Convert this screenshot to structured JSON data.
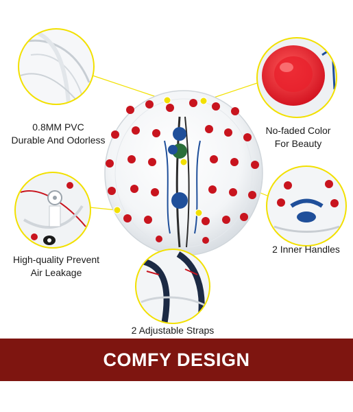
{
  "features": {
    "pvc": {
      "line1": "0.8MM PVC",
      "line2": "Durable And Odorless"
    },
    "color": {
      "line1": "No-faded Color",
      "line2": "For Beauty"
    },
    "leakage": {
      "line1": "High-quality Prevent",
      "line2": "Air Leakage"
    },
    "handles": {
      "line1": "2 Inner Handles"
    },
    "straps": {
      "line1": "2 Adjustable Straps"
    }
  },
  "banner": {
    "title": "COMFY DESIGN"
  },
  "colors": {
    "accent_yellow": "#f2e000",
    "banner_red": "#7e1510",
    "dot_red": "#c8141e",
    "handle_blue": "#1f4f9a"
  }
}
